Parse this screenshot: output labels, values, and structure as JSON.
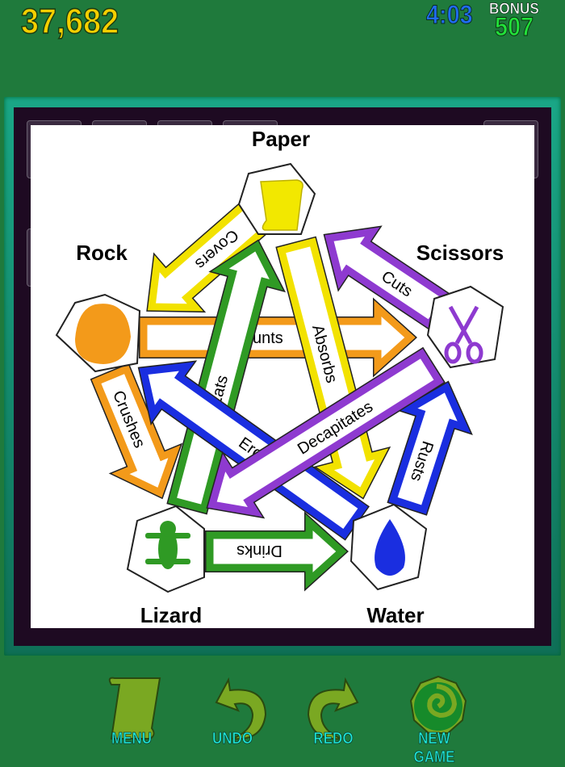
{
  "hud": {
    "score": "37,682",
    "timer": "4:03",
    "bonus_label": "BONUS",
    "bonus_value": "507"
  },
  "diagram": {
    "nodes": {
      "paper": "Paper",
      "rock": "Rock",
      "scissors": "Scissors",
      "lizard": "Lizard",
      "water": "Water"
    },
    "arrows": [
      {
        "verb": "Covers",
        "color": "#f2e200"
      },
      {
        "verb": "Cuts",
        "color": "#8e3ad0"
      },
      {
        "verb": "Blunts",
        "color": "#f39a1a"
      },
      {
        "verb": "Eats",
        "color": "#2f9a24"
      },
      {
        "verb": "Absorbs",
        "color": "#f2e200"
      },
      {
        "verb": "Crushes",
        "color": "#f39a1a"
      },
      {
        "verb": "Rusts",
        "color": "#1a2ee0"
      },
      {
        "verb": "Drinks",
        "color": "#2f9a24"
      },
      {
        "verb": "Erodes",
        "color": "#1a2ee0"
      },
      {
        "verb": "Decapitates",
        "color": "#8e3ad0"
      }
    ]
  },
  "toolbar": {
    "menu": "MENU",
    "undo": "UNDO",
    "redo": "REDO",
    "new_game": "NEW GAME"
  },
  "colors": {
    "felt": "#1f7a3c",
    "frame": "#1aa787",
    "score": "#f5cf00",
    "timer": "#1f6cf0",
    "bonus": "#22e03a",
    "button_label": "#1fe8d8"
  }
}
